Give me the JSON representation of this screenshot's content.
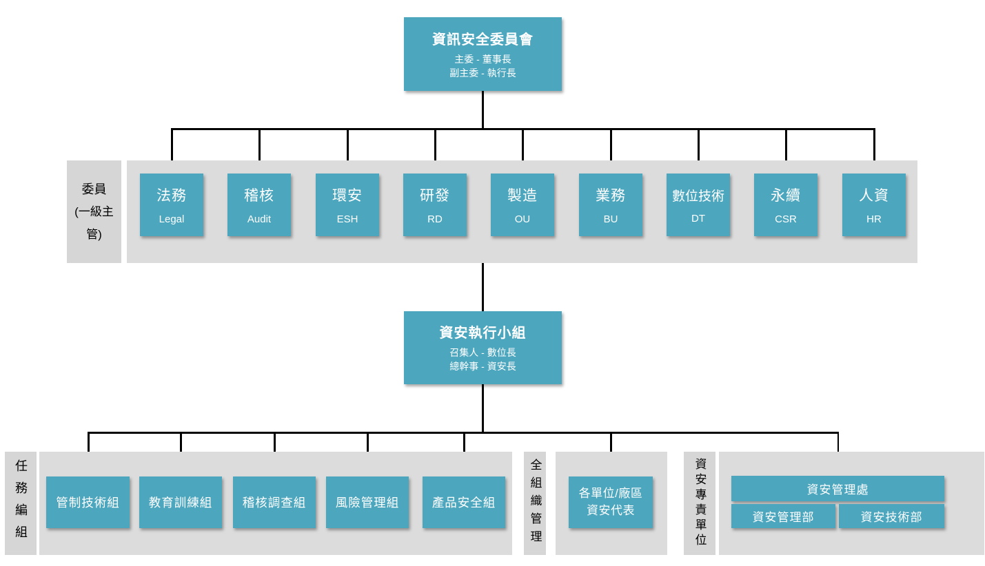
{
  "colors": {
    "box_teal": "#4ba6be",
    "band_gray": "#dcdcdc",
    "label_band_gray": "#d6d6d6",
    "connector_black": "#000000",
    "box_text_white": "#ffffff"
  },
  "committee": {
    "title": "資訊安全委員會",
    "sub1": "主委 - 董事長",
    "sub2": "副主委 - 執行長"
  },
  "members_label": {
    "line1": "委員",
    "line2": "(一級主管)"
  },
  "members": [
    {
      "zh": "法務",
      "en": "Legal"
    },
    {
      "zh": "稽核",
      "en": "Audit"
    },
    {
      "zh": "環安",
      "en": "ESH"
    },
    {
      "zh": "研發",
      "en": "RD"
    },
    {
      "zh": "製造",
      "en": "OU"
    },
    {
      "zh": "業務",
      "en": "BU"
    },
    {
      "zh": "數位技術",
      "en": "DT"
    },
    {
      "zh": "永續",
      "en": "CSR"
    },
    {
      "zh": "人資",
      "en": "HR"
    }
  ],
  "exec_team": {
    "title": "資安執行小組",
    "sub1": "召集人 - 數位長",
    "sub2": "總幹事 - 資安長"
  },
  "task_group_label": "任務編組",
  "task_groups": [
    "管制技術組",
    "教育訓練組",
    "稽核調查組",
    "風險管理組",
    "產品安全組"
  ],
  "org_mgmt_label": "全組織管理",
  "org_rep": {
    "line1": "各單位/廠區",
    "line2": "資安代表"
  },
  "dedicated_label": "資安專責單位",
  "dedicated": {
    "division": "資安管理處",
    "dept1": "資安管理部",
    "dept2": "資安技術部"
  }
}
